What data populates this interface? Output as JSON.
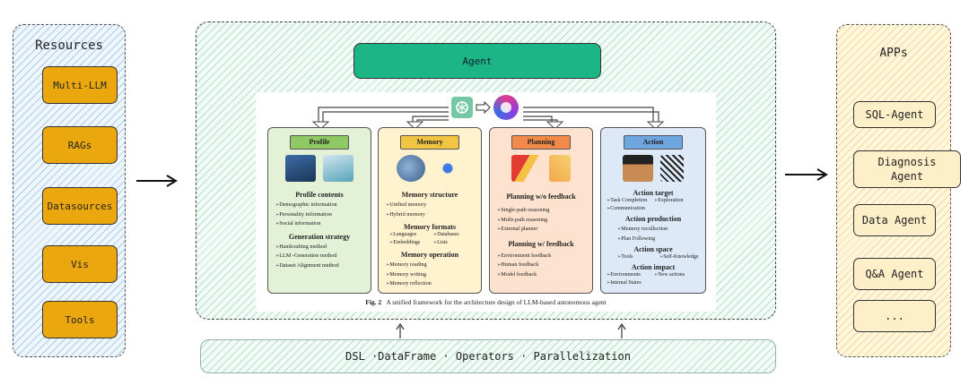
{
  "resources": {
    "title": "Resources",
    "items": [
      {
        "label": "Multi-LLM"
      },
      {
        "label": "RAGs"
      },
      {
        "label": "Datasources"
      },
      {
        "label": "Vis"
      },
      {
        "label": "Tools"
      }
    ]
  },
  "center": {
    "agent_label": "Agent",
    "bottom_bar_label": "DSL ·DataFrame · Operators · Parallelization",
    "figure": {
      "caption_prefix": "Fig. 2",
      "caption_text": "A unified framework for the architecture design of LLM-based autonomous agent",
      "profile": {
        "header": "Profile",
        "sec1": "Profile contents",
        "items1": [
          "Demographic information",
          "Personality information",
          "Social information"
        ],
        "sec2": "Generation strategy",
        "items2": [
          "Handcrafting method",
          "LLM -Generation method",
          "Dataset Alignment method"
        ]
      },
      "memory": {
        "header": "Memory",
        "sec1": "Memory structure",
        "items1": [
          "Unified memory",
          "Hybrid memory"
        ],
        "sec2": "Memory formats",
        "formats": [
          "Languages",
          "Databases",
          "Embeddings",
          "Lists"
        ],
        "sec3": "Memory operation",
        "items3": [
          "Memory reading",
          "Memory writing",
          "Memory reflection"
        ]
      },
      "planning": {
        "header": "Planning",
        "sec1": "Planning w/o feedback",
        "items1": [
          "Single-path reasoning",
          "Multi-path reasoning",
          "External planner"
        ],
        "sec2": "Planning w/ feedback",
        "items2": [
          "Environment feedback",
          "Human feedback",
          "Model feedback"
        ]
      },
      "action": {
        "header": "Action",
        "sec1": "Action target",
        "target": [
          "Task Completion",
          "Exploration",
          "Communication"
        ],
        "sec2": "Action production",
        "items2": [
          "Memory recollection",
          "Plan Following"
        ],
        "sec3": "Action space",
        "space": [
          "Tools",
          "Self-Knowledge"
        ],
        "sec4": "Action impact",
        "impact": [
          "Environments",
          "New actions",
          "Internal States"
        ]
      }
    }
  },
  "apps": {
    "title": "APPs",
    "items": [
      {
        "label": "SQL-Agent"
      },
      {
        "label": "Diagnosis Agent"
      },
      {
        "label": "Data Agent"
      },
      {
        "label": "Q&A Agent"
      },
      {
        "label": "..."
      }
    ]
  },
  "colors": {
    "resource_button": "#eba70e",
    "agent_bar": "#1cb585",
    "profile_bg": "#e3f1d6",
    "memory_bg": "#fff2cf",
    "planning_bg": "#fde3cf",
    "action_bg": "#dde9f7"
  }
}
